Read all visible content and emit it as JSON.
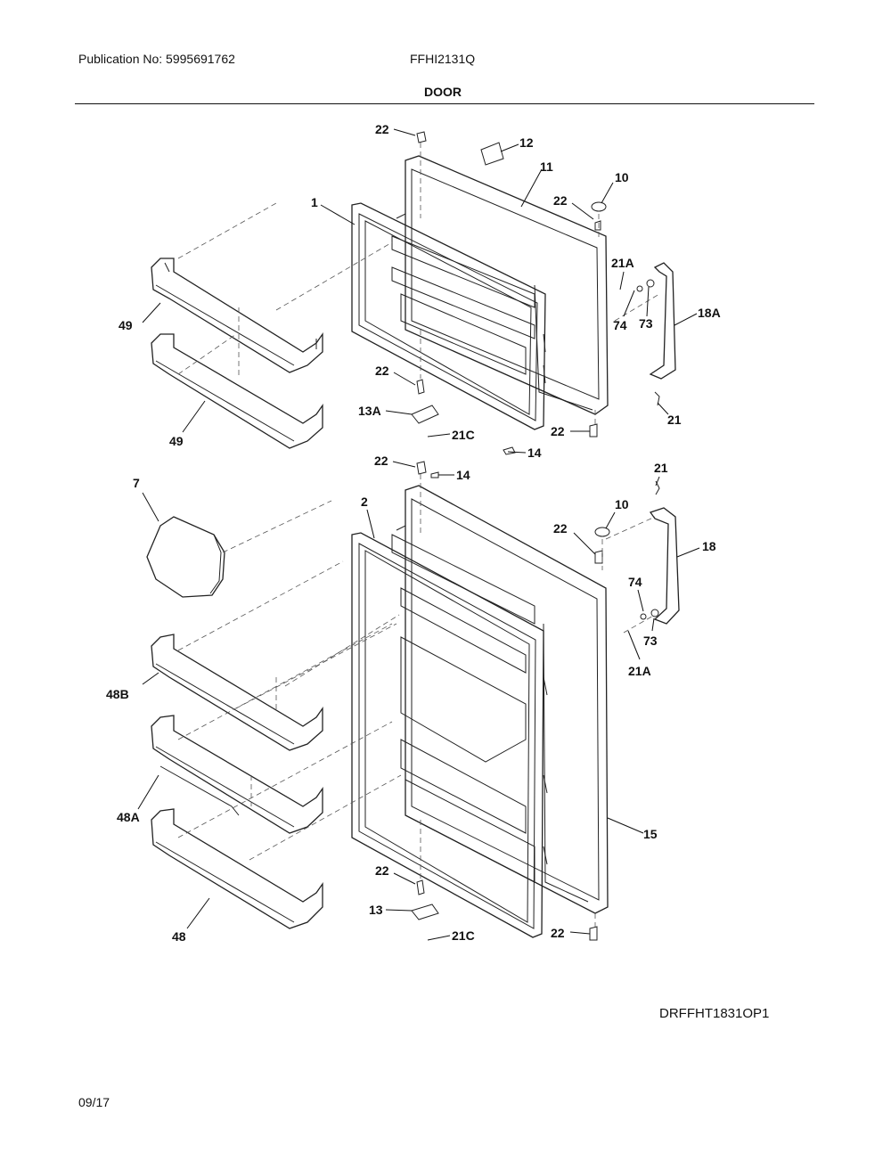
{
  "header": {
    "publication": "Publication No: 5995691762",
    "model": "FFHI2131Q",
    "section_title": "DOOR"
  },
  "footer": {
    "drawing_code": "DRFFHT1831OP1",
    "date": "09/17"
  },
  "callouts": {
    "c22a": "22",
    "c12": "12",
    "c11": "11",
    "c10a": "10",
    "c22b": "22",
    "c1": "1",
    "c21Aa": "21A",
    "c74a": "74",
    "c73a": "73",
    "c18A": "18A",
    "c49a": "49",
    "c49b": "49",
    "c22c": "22",
    "c13A": "13A",
    "c21Ca": "21C",
    "c22d": "22",
    "c21a": "21",
    "c14a": "14",
    "c22e": "22",
    "c14b": "14",
    "c7": "7",
    "c2": "2",
    "c21b": "21",
    "c10b": "10",
    "c22f": "22",
    "c18": "18",
    "c74b": "74",
    "c73b": "73",
    "c21Ab": "21A",
    "c48B": "48B",
    "c48A": "48A",
    "c15": "15",
    "c22g": "22",
    "c13": "13",
    "c21Cb": "21C",
    "c48": "48",
    "c22h": "22"
  }
}
